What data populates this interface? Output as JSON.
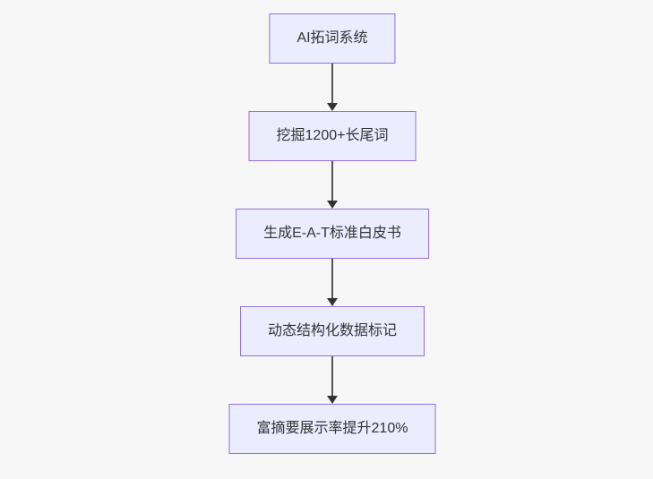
{
  "page": {
    "background": "#f7f7f7"
  },
  "diagram": {
    "type": "flowchart",
    "direction": "top-down",
    "node_fill": "#ECECFF",
    "node_border": "#9370DB",
    "text_color": "#333333",
    "arrow_line_color": "#555555",
    "arrow_head_color": "#333333",
    "nodes": [
      {
        "id": "A",
        "label": "AI拓词系统"
      },
      {
        "id": "B",
        "label": "挖掘1200+长尾词"
      },
      {
        "id": "C",
        "label": "生成E-A-T标准白皮书"
      },
      {
        "id": "D",
        "label": "动态结构化数据标记"
      },
      {
        "id": "E",
        "label": "富摘要展示率提升210%"
      }
    ],
    "edges": [
      {
        "from": "A",
        "to": "B"
      },
      {
        "from": "B",
        "to": "C"
      },
      {
        "from": "C",
        "to": "D"
      },
      {
        "from": "D",
        "to": "E"
      }
    ]
  }
}
